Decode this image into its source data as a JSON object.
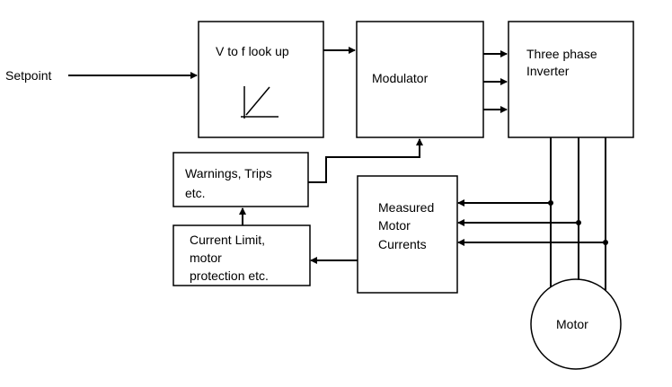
{
  "diagram": {
    "input_label": "Setpoint",
    "blocks": {
      "vf_lookup": "V to f look up",
      "modulator": "Modulator",
      "inverter": [
        "Three phase",
        "Inverter"
      ],
      "warnings": [
        "Warnings, Trips",
        "etc."
      ],
      "current_limit": [
        "Current Limit,",
        "motor",
        "protection etc."
      ],
      "measured": [
        "Measured",
        "Motor",
        "Currents"
      ],
      "motor": "Motor"
    }
  }
}
